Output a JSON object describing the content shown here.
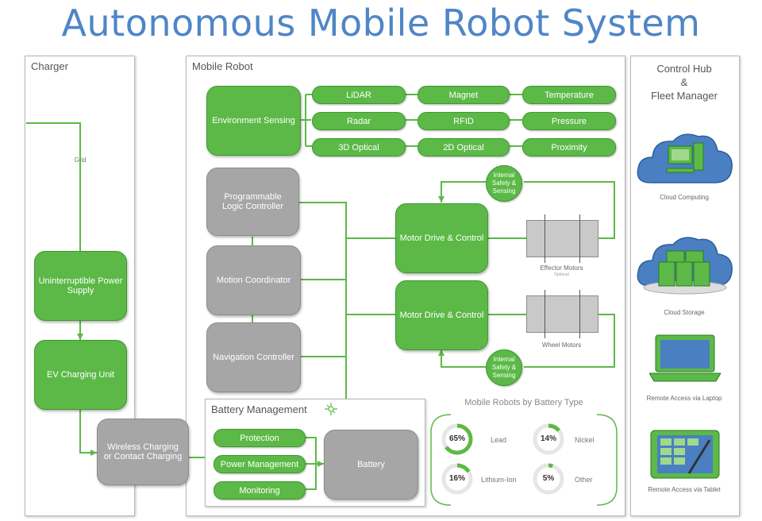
{
  "title": "Autonomous Mobile Robot System",
  "panels": {
    "charger": "Charger",
    "robot": "Mobile Robot",
    "hub_line1": "Control Hub",
    "hub_line2": "&",
    "hub_line3": "Fleet Manager"
  },
  "charger": {
    "grid": "Grid",
    "ups": "Uninterruptible Power Supply",
    "ev": "EV Charging Unit",
    "wireless": "Wireless Charging or Contact Charging"
  },
  "sensing": {
    "main": "Environment Sensing",
    "sensors": [
      "LiDAR",
      "Magnet",
      "Temperature",
      "Radar",
      "RFID",
      "Pressure",
      "3D Optical",
      "2D Optical",
      "Proximity"
    ]
  },
  "controllers": {
    "plc": "Programmable Logic Controller",
    "motion": "Motion Coordinator",
    "nav": "Navigation Controller"
  },
  "drives": {
    "drive1": "Motor Drive & Control",
    "drive2": "Motor Drive & Control",
    "safety1": "Internal Safety & Sensing",
    "safety2": "Internal Safety & Sensing",
    "effector": "Effector Motors",
    "effector_sub": "Optional",
    "wheel": "Wheel Motors"
  },
  "battery": {
    "title": "Battery Management",
    "protection": "Protection",
    "power": "Power Management",
    "monitoring": "Monitoring",
    "battery": "Battery"
  },
  "battery_types": {
    "title": "Mobile Robots by Battery Type",
    "items": [
      {
        "pct": "65%",
        "label": "Lead",
        "value": 65
      },
      {
        "pct": "14%",
        "label": "Nickel",
        "value": 14
      },
      {
        "pct": "16%",
        "label": "Lithium-Ion",
        "value": 16
      },
      {
        "pct": "5%",
        "label": "Other",
        "value": 5
      }
    ]
  },
  "hub": {
    "cloud_computing": "Cloud Computing",
    "cloud_storage": "Cloud Storage",
    "laptop": "Remote Access via Laptop",
    "tablet": "Remote Access via Tablet"
  },
  "colors": {
    "green": "#5cb947",
    "gray": "#a6a6a6",
    "title_blue": "#4f86c6",
    "cloud_blue": "#4a7fc1"
  }
}
